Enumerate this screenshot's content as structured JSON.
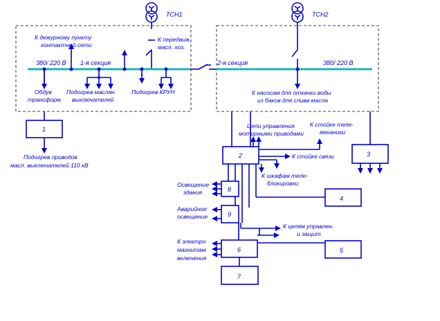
{
  "title": "",
  "transformers": {
    "left": "ТСН1",
    "right": "ТСН2"
  },
  "sections": {
    "first": "1-я секция",
    "second": "2-я секция"
  },
  "voltage": {
    "left": "380/ 220 В",
    "right": "380/ 220 В"
  },
  "left_top": {
    "duty_line1": "К дежурному пункту",
    "duty_line2": "контактной сети",
    "workshop_line1": "К передвиж.",
    "workshop_line2": "масл. хоз."
  },
  "left_bottom": {
    "trans_line1": "Обдув",
    "trans_line2": "трансформ.",
    "heat_line1": "Подогрев маслян.",
    "heat_line2": "выключателей",
    "kru": "Подогрев КРУН"
  },
  "right_bottom": {
    "pumps_line1": "К насосам для откачки воды",
    "pumps_line2": "из баков для слива масла"
  },
  "box1_caption": {
    "line1": "Подогрев приводов",
    "line2": "масл. выключателей 110 кВ"
  },
  "box2_labels": {
    "control_line1": "Цепи управления",
    "control_line2": "моторными приводами",
    "telemech_line1": "К стойке теле-",
    "telemech_line2": "механики",
    "comm": "К стойке связи",
    "teleblock_line1": "К шкафам теле-",
    "teleblock_line2": "блокировки"
  },
  "left_side": {
    "light_line1": "Освещение",
    "light_line2": "здания",
    "emerg_line1": "Аварийное",
    "emerg_line2": "освещение",
    "em_line1": "К электро",
    "em_line2": "магнитам",
    "em_line3": "включения"
  },
  "protect": {
    "line1": "К целям управлен.",
    "line2": "и защит"
  },
  "boxes": {
    "b1": "1",
    "b2": "2",
    "b3": "3",
    "b4": "4",
    "b5": "5",
    "b6": "6",
    "b7": "7",
    "b8": "8",
    "b9": "9"
  }
}
